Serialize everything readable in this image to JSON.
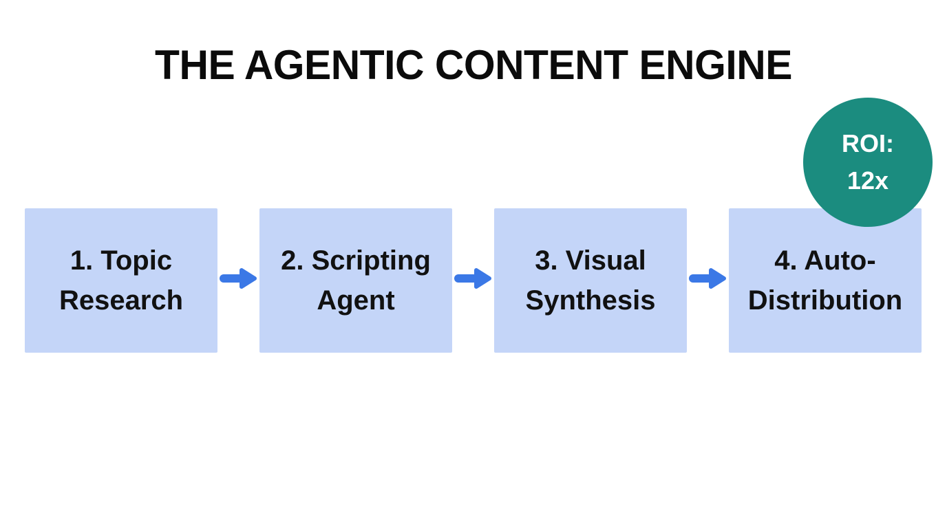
{
  "title": "THE AGENTIC CONTENT ENGINE",
  "badge": {
    "line1": "ROI:",
    "line2": "12x"
  },
  "steps": [
    {
      "label": "1. Topic Research"
    },
    {
      "label": "2. Scripting Agent"
    },
    {
      "label": "3. Visual Synthesis"
    },
    {
      "label": "4. Auto-Distribution"
    }
  ],
  "icons": [
    {
      "name": "arrow-right-icon"
    },
    {
      "name": "arrow-right-icon"
    },
    {
      "name": "arrow-right-icon"
    }
  ],
  "colors": {
    "background": "#ffffff",
    "box_fill": "#c4d5f8",
    "box_text": "#111111",
    "arrow_blue": "#3b78e6",
    "badge_teal": "#1b8c7f",
    "badge_text": "#ffffff",
    "title_text": "#0b0b0b"
  }
}
